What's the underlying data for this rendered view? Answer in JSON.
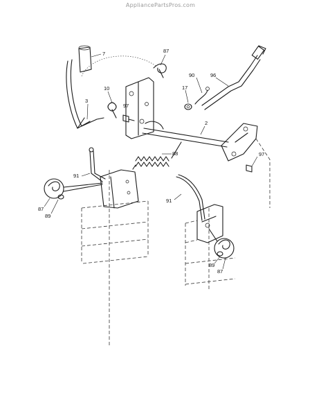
{
  "watermark": "AppliancePartsPros.com",
  "part_labels": {
    "p7": "7",
    "p87_top": "87",
    "p90": "90",
    "p96": "96",
    "p3": "3",
    "p10": "10",
    "p17": "17",
    "p97_left": "97",
    "p2": "2",
    "p97_right": "97",
    "p88": "88",
    "p91_left": "91",
    "p87_left": "87",
    "p89_left": "89",
    "p91_right": "91",
    "p89_right": "89",
    "p87_right": "87"
  }
}
